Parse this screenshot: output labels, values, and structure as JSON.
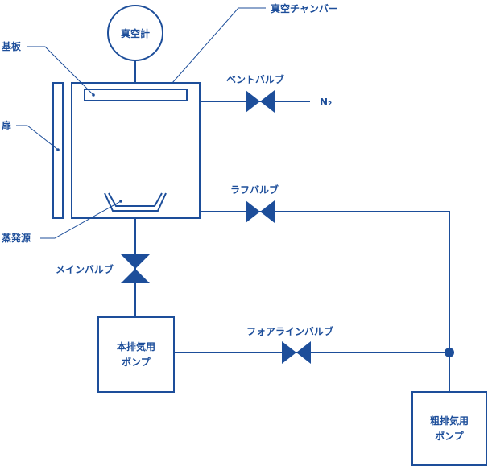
{
  "labels": {
    "vacuum_gauge": "真空計",
    "vacuum_chamber": "真空チャンバー",
    "substrate": "基板",
    "door": "扉",
    "evaporation_source": "蒸発源",
    "vent_valve": "ベントバルブ",
    "n2": "N₂",
    "rough_valve": "ラフバルブ",
    "main_valve": "メインバルブ",
    "main_pump_line1": "本排気用",
    "main_pump_line2": "ポンプ",
    "foreline_valve": "フォアラインバルブ",
    "rough_pump_line1": "粗排気用",
    "rough_pump_line2": "ポンプ"
  },
  "colors": {
    "line": "#1d4e9a",
    "background": "#ffffff"
  }
}
